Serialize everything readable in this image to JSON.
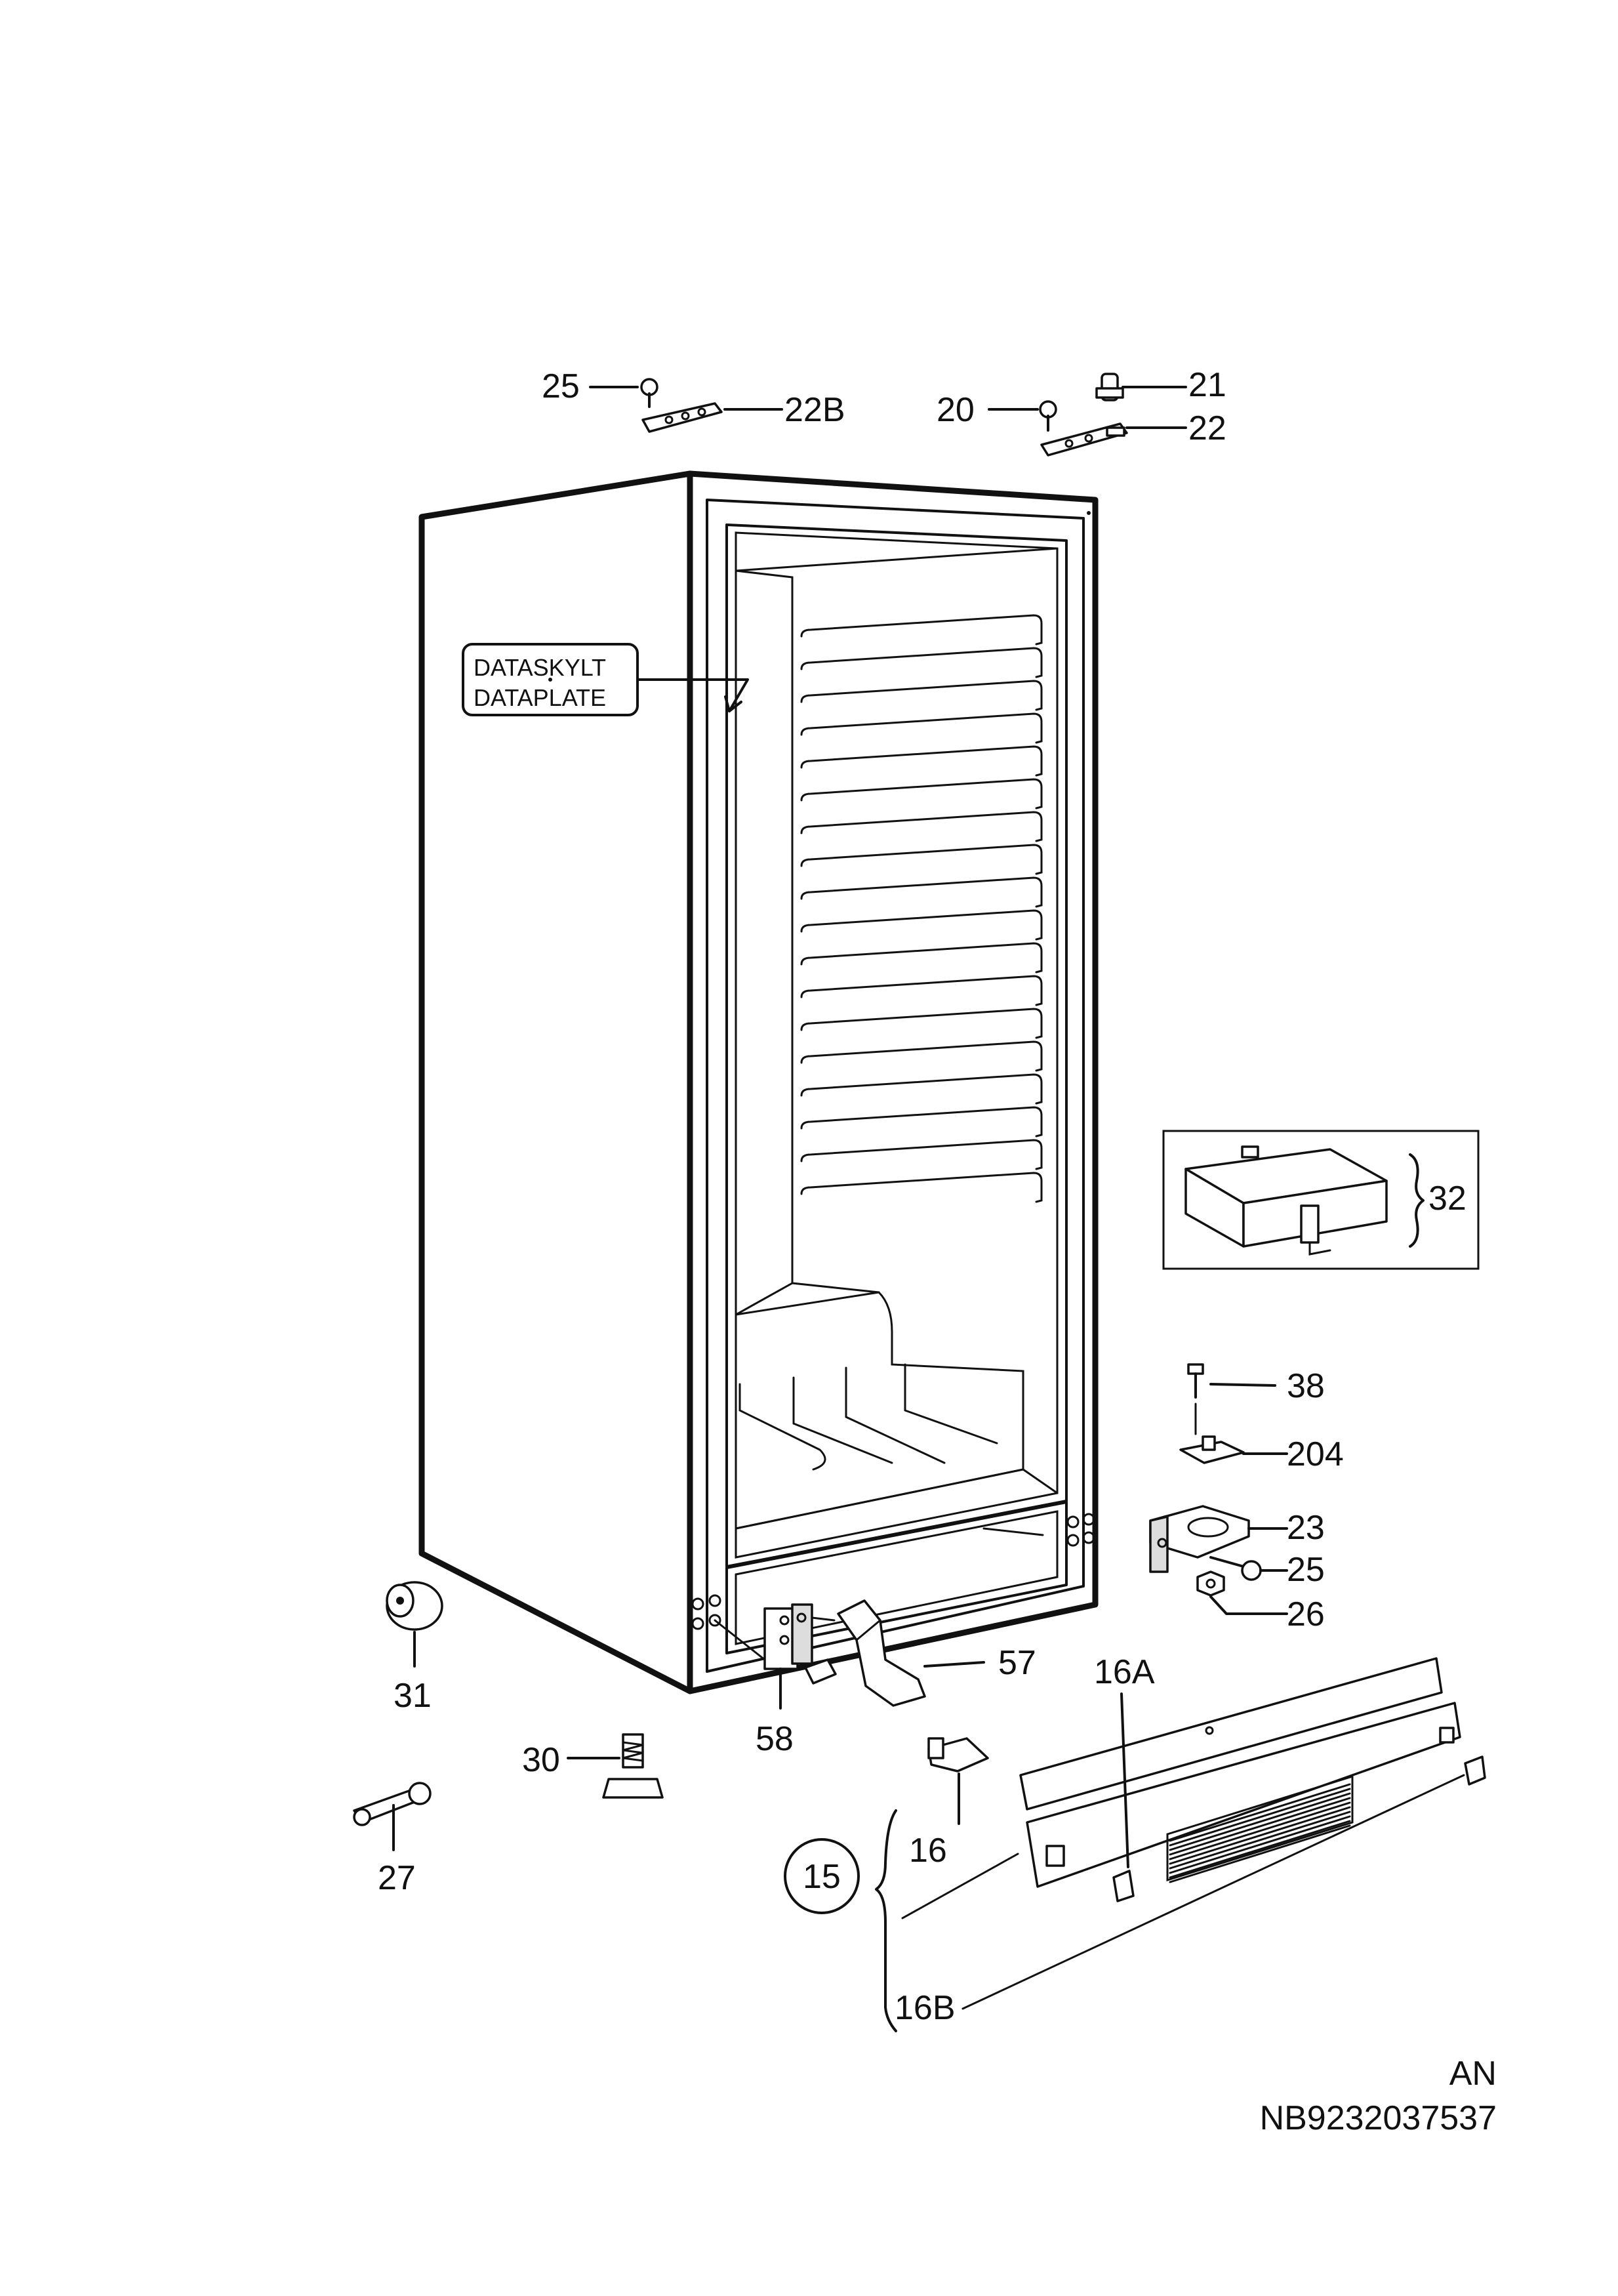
{
  "diagram": {
    "labels": {
      "p25_top": "25",
      "p22B": "22B",
      "p20": "20",
      "p21": "21",
      "p22": "22",
      "p32": "32",
      "p38": "38",
      "p204": "204",
      "p23": "23",
      "p25_low": "25",
      "p26": "26",
      "p57": "57",
      "p16A": "16A",
      "p58": "58",
      "p31": "31",
      "p30": "30",
      "p16": "16",
      "p27": "27",
      "p15": "15",
      "p16B": "16B"
    },
    "dataplate": {
      "line1": "DATASKYLT",
      "line2": "DATAPLATE"
    },
    "footer": {
      "lang": "AN",
      "code": "NB9232037537"
    }
  }
}
